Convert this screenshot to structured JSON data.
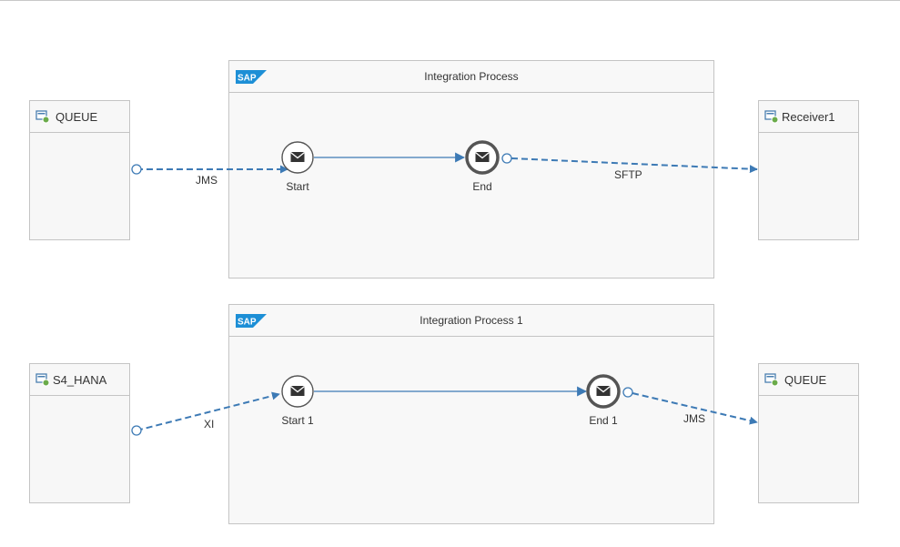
{
  "processes": [
    {
      "title": "Integration Process",
      "start_event": "Start",
      "end_event": "End"
    },
    {
      "title": "Integration Process 1",
      "start_event": "Start 1",
      "end_event": "End 1"
    }
  ],
  "participants": {
    "top_sender": "QUEUE",
    "top_receiver": "Receiver1",
    "bottom_sender": "S4_HANA",
    "bottom_receiver": "QUEUE"
  },
  "connections": {
    "top_sender": "JMS",
    "top_receiver": "SFTP",
    "bottom_sender": "XI",
    "bottom_receiver": "JMS"
  },
  "icons": {
    "participant": "participant-icon",
    "message_event": "envelope-icon",
    "brand": "sap-logo"
  },
  "colors": {
    "connector": "#3d7ab5",
    "box_border": "#c4c4c4",
    "box_fill": "#f7f7f7",
    "event_stroke": "#555555"
  }
}
